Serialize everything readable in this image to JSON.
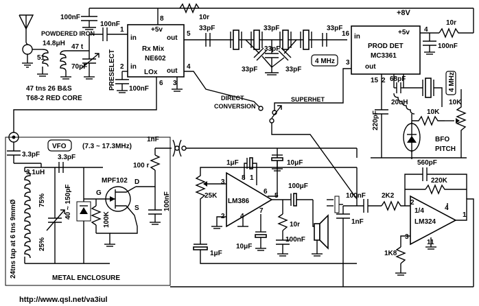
{
  "labels": {
    "supply": "+8V",
    "powdered_iron": "POWDERED IRON",
    "ind_main": "14.8μH",
    "turns_47": "47 t",
    "turns_51": "51",
    "preselect": "PRESELECT",
    "coil_line1": "47 tns 26 B&S",
    "coil_line2": "T68-2 RED CORE",
    "direct_conv_1": "DIRECT",
    "direct_conv_2": "CONVERSION",
    "superhet": "SUPERHET",
    "mhz_a": "4 MHz",
    "mhz_b": "4 MHz",
    "vfo": "VFO",
    "vfo_range": "(7.3 ~ 17.3MHz)",
    "metal_enclosure": "METAL ENCLOSURE",
    "tap_note": "24tns tap at 6 tns 9mmØ",
    "url": "http://www.qsl.net/va3iul",
    "bfo_1": "BFO",
    "bfo_2": "PITCH",
    "pct75": "75%",
    "pct25": "25%",
    "quarter": "1/4"
  },
  "ics": {
    "ne602": {
      "l1": "Rx Mix",
      "l2": "NE602",
      "vcc": "+5v",
      "in": "in",
      "inb": "in",
      "out": "out",
      "lox": "LOx",
      "outb": "out"
    },
    "mc3361": {
      "l1": "PROD DET",
      "l2": "MC3361",
      "in": "in",
      "vcc": "+5v",
      "out": "out"
    },
    "lm386": {
      "name": "LM386"
    },
    "lm324": {
      "name": "LM324"
    }
  },
  "pins": {
    "p8": "8",
    "p1": "1",
    "p2": "2",
    "p5": "5",
    "p4": "4",
    "p6": "6",
    "p3": "3",
    "p16": "16",
    "p4b": "4",
    "p3b": "3",
    "p15": "15",
    "p2b": "2",
    "p8b": "8",
    "p1b": "1",
    "p3c": "3",
    "p6b": "6",
    "p5b": "5",
    "p2c": "2",
    "p4c": "4",
    "p7": "7",
    "p1c": "1",
    "p2d": "2",
    "p3d": "3",
    "p4d": "4",
    "p11": "11"
  },
  "parts": {
    "c100n_top": "100nF",
    "r10_top": "10r",
    "c100n_in": "100nF",
    "c70": "70pF",
    "c100n_ne": "100nF",
    "c33_a": "33pF",
    "c33_b": "33pF",
    "c33_c": "33pF",
    "c33_d": "33pF",
    "c33_e": "33pF",
    "c33_f": "33pF",
    "r10_mc": "10r",
    "c100n_mc": "100nF",
    "c68": "68pF",
    "c220": "220pF",
    "l20u": "20uH",
    "r10k_a": "10K",
    "r10k_b": "10K",
    "c1n_vfo": "1nF",
    "r100_vfo": "100 r",
    "c100n_vfo": "100nF",
    "q1": "MPF102",
    "g": "G",
    "d": "D",
    "s": "S",
    "r100k": "100K",
    "c3p3_a": "3.3pF",
    "c3p3_b": "3.3pF",
    "l31": "3.1uH",
    "cvar": "40 ~ 150pF",
    "c1u_a": "1μF",
    "c10u_a": "10μF",
    "pot25k": "25K",
    "c100u": "100μF",
    "c1u_b": "1μF",
    "c10u_b": "10μF",
    "r10r_a": "10r",
    "c100n_a": "100nF",
    "c100n_b": "100nF",
    "r2k2": "2K2",
    "c1n_b": "1nF",
    "c560": "560pF",
    "r220k": "220K",
    "r1k8": "1K8"
  }
}
